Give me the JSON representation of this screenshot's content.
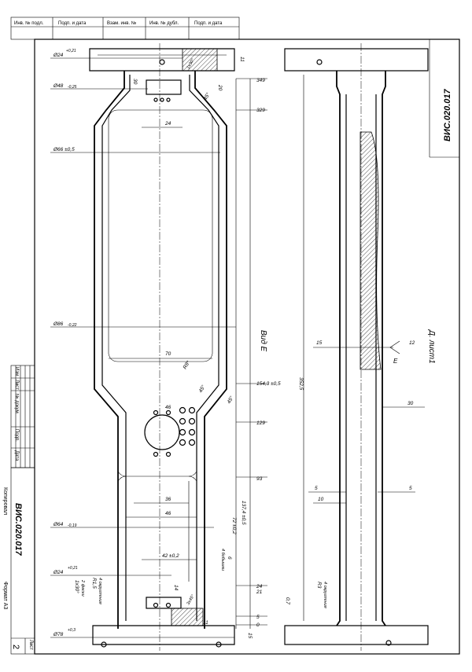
{
  "top_stamp": {
    "cells": [
      "Инв. № подл.",
      "Подп. и дата",
      "Взам. инв. №",
      "Инв. № дубл.",
      "Подп. и дата"
    ]
  },
  "left_stamp": {
    "cells": [
      "Изм",
      "Лист",
      "№ докум",
      "Подп.",
      "Дата"
    ]
  },
  "title_block": {
    "designation": "ВИС.020.017",
    "sheet_label": "Лист",
    "sheet_number": "2"
  },
  "margin_labels": {
    "copied": "Копировал",
    "format": "Формат А3"
  },
  "front_view": {
    "diameters": [
      "Ø24",
      "+0,21",
      "Ø48",
      "-0,25",
      "Ø66 ±0,5",
      "Ø86",
      "-0,22",
      "Ø64",
      "-0,19",
      "Ø24",
      "+0,21",
      "Ø78",
      "+0,3"
    ],
    "dims": [
      "24",
      "70",
      "46",
      "36",
      "46",
      "42 ±0,2",
      "30",
      "20",
      "11",
      "1х30°",
      "45°",
      "R8*",
      "45°",
      "45°",
      "14",
      "3х45°",
      "11",
      "4 бобышки",
      "6",
      "R1,5",
      "4 округления",
      "1х30°",
      "2 фаски"
    ],
    "levels": [
      "349",
      "329",
      "154,3 ±0,5",
      "129",
      "93",
      "24",
      "21",
      "5",
      "0",
      "15"
    ],
    "vertical_dims": [
      "137,4 ±0,5",
      "72 ±0,2"
    ],
    "view_label": "Вид Е"
  },
  "side_view": {
    "dims": [
      "15",
      "12",
      "30",
      "5",
      "5",
      "10",
      "0,7",
      "R3",
      "4 округления"
    ],
    "height": "352,5",
    "arrow_label": "Е",
    "sheet_ref": "Д. лист1"
  }
}
